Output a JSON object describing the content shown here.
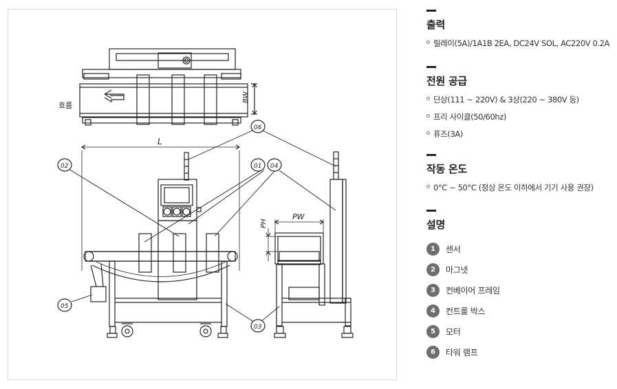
{
  "drawing": {
    "flow_label": "흐름",
    "dim_BW": "BW",
    "dim_L": "L",
    "dim_PH": "PH",
    "dim_PW": "PW",
    "callouts": [
      "06",
      "02",
      "01",
      "04",
      "05",
      "03"
    ]
  },
  "specs": {
    "output": {
      "heading": "출력",
      "items": [
        "릴레이(5A)/1A1B 2EA, DC24V SOL, AC220V 0.2A"
      ]
    },
    "power": {
      "heading": "전원 공급",
      "items": [
        "단상(111 ~ 220V) & 3상(220 ~ 380V 등)",
        "프리 사이클(50/60hz)",
        "퓨즈(3A)"
      ]
    },
    "temperature": {
      "heading": "작동 온도",
      "items": [
        "0°C ~ 50°C (정상 온도 이하에서 기기 사용 권장)"
      ]
    },
    "legend": {
      "heading": "설명",
      "items": [
        {
          "num": "1",
          "label": "센서"
        },
        {
          "num": "2",
          "label": "마그넷"
        },
        {
          "num": "3",
          "label": "컨베이어 프레임"
        },
        {
          "num": "4",
          "label": "컨트롤 박스"
        },
        {
          "num": "5",
          "label": "모터"
        },
        {
          "num": "6",
          "label": "타워 램프"
        }
      ]
    }
  }
}
